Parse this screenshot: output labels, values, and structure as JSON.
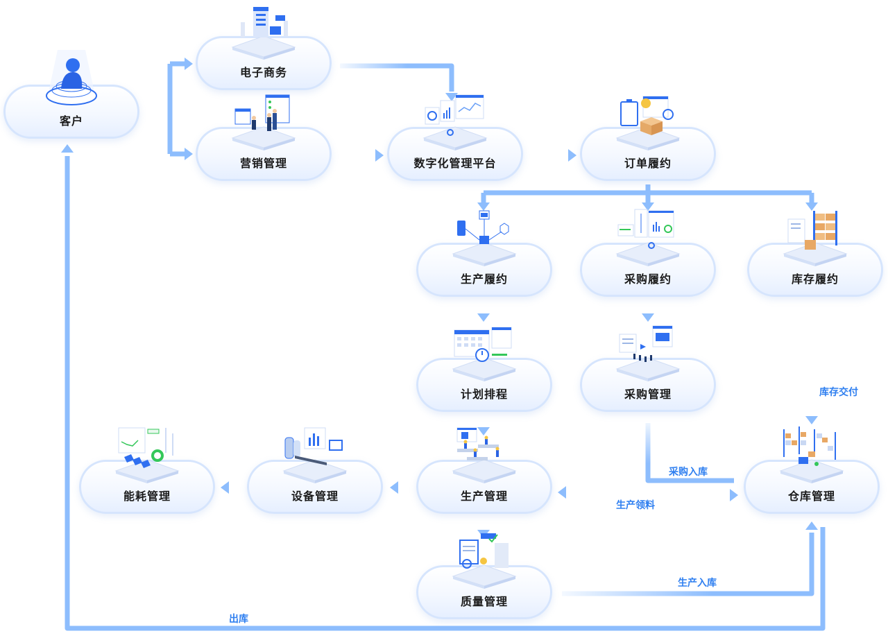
{
  "diagram": {
    "type": "flowchart",
    "colors": {
      "arrow": "#8dbdfd",
      "edge_label": "#2f7ff0",
      "node_border": "#d6e5fd",
      "node_text": "#1a1a1a",
      "illustration_primary": "#2f6ff0"
    },
    "nodes": [
      {
        "id": "customer",
        "label": "客户",
        "icon": "customer-icon"
      },
      {
        "id": "ecommerce",
        "label": "电子商务",
        "icon": "ecommerce-store-icon"
      },
      {
        "id": "marketing",
        "label": "营销管理",
        "icon": "marketing-meeting-icon"
      },
      {
        "id": "platform",
        "label": "数字化管理平台",
        "icon": "dashboard-icon"
      },
      {
        "id": "order",
        "label": "订单履约",
        "icon": "order-clipboard-icon"
      },
      {
        "id": "prod_fulfill",
        "label": "生产履约",
        "icon": "production-network-icon"
      },
      {
        "id": "purchase_fulfill",
        "label": "采购履约",
        "icon": "purchase-dashboard-icon"
      },
      {
        "id": "stock_fulfill",
        "label": "库存履约",
        "icon": "stock-shelf-icon"
      },
      {
        "id": "planning",
        "label": "计划排程",
        "icon": "calendar-schedule-icon"
      },
      {
        "id": "purchase_mgmt",
        "label": "采购管理",
        "icon": "purchase-management-icon"
      },
      {
        "id": "energy",
        "label": "能耗管理",
        "icon": "energy-solar-icon"
      },
      {
        "id": "equipment",
        "label": "设备管理",
        "icon": "equipment-machine-icon"
      },
      {
        "id": "production",
        "label": "生产管理",
        "icon": "factory-workers-icon"
      },
      {
        "id": "warehouse",
        "label": "仓库管理",
        "icon": "warehouse-forklift-icon"
      },
      {
        "id": "quality",
        "label": "质量管理",
        "icon": "quality-check-icon"
      }
    ],
    "edges": [
      {
        "from": "customer",
        "to": "ecommerce",
        "label": ""
      },
      {
        "from": "customer",
        "to": "marketing",
        "label": ""
      },
      {
        "from": "ecommerce",
        "to": "platform",
        "label": ""
      },
      {
        "from": "marketing",
        "to": "platform",
        "label": ""
      },
      {
        "from": "platform",
        "to": "order",
        "label": ""
      },
      {
        "from": "order",
        "to": "prod_fulfill",
        "label": ""
      },
      {
        "from": "order",
        "to": "purchase_fulfill",
        "label": ""
      },
      {
        "from": "order",
        "to": "stock_fulfill",
        "label": ""
      },
      {
        "from": "prod_fulfill",
        "to": "planning",
        "label": ""
      },
      {
        "from": "purchase_fulfill",
        "to": "purchase_mgmt",
        "label": ""
      },
      {
        "from": "stock_fulfill",
        "to": "warehouse",
        "label": "库存交付"
      },
      {
        "from": "planning",
        "to": "production",
        "label": ""
      },
      {
        "from": "purchase_mgmt",
        "to": "warehouse",
        "label": "采购入库"
      },
      {
        "from": "production",
        "to": "warehouse",
        "label": "生产领料",
        "bidirectional": true
      },
      {
        "from": "production",
        "to": "equipment",
        "label": ""
      },
      {
        "from": "equipment",
        "to": "energy",
        "label": ""
      },
      {
        "from": "production",
        "to": "quality",
        "label": ""
      },
      {
        "from": "quality",
        "to": "warehouse",
        "label": "生产入库"
      },
      {
        "from": "warehouse",
        "to": "customer",
        "label": "出库"
      }
    ],
    "edge_labels": {
      "stock_delivery": "库存交付",
      "purchase_inbound": "采购入库",
      "production_pick": "生产领料",
      "production_inbound": "生产入库",
      "outbound": "出库"
    }
  }
}
